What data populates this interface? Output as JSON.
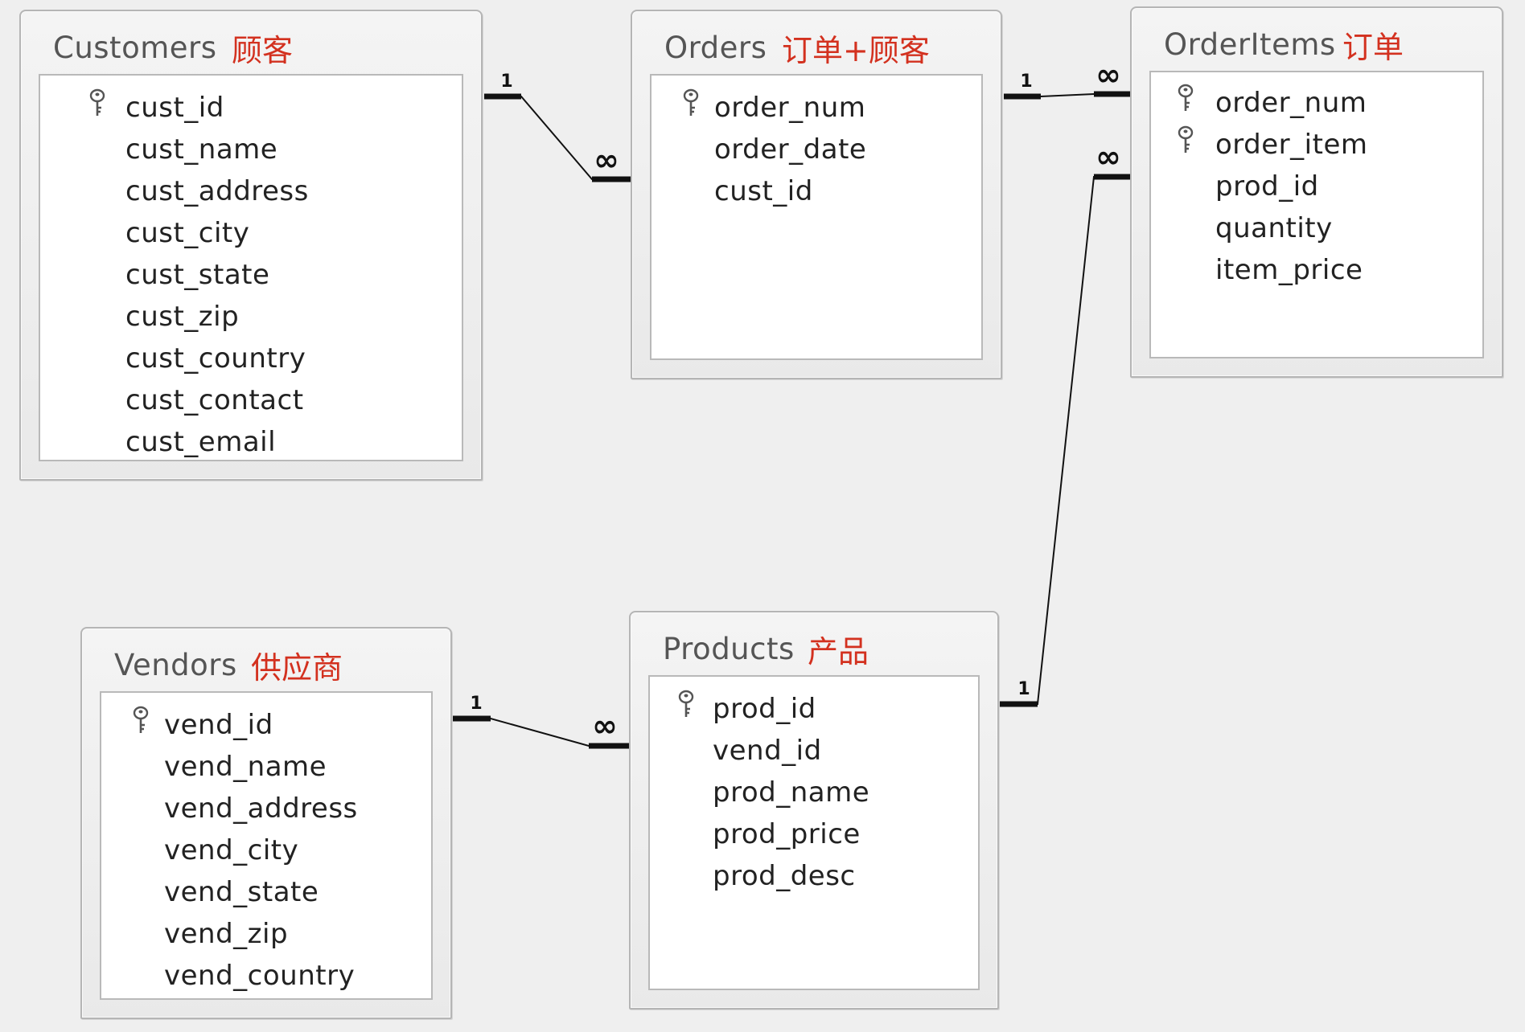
{
  "tables": [
    {
      "name": "Customers",
      "note": "顾客",
      "fields": [
        {
          "label": "cust_id",
          "key": true
        },
        {
          "label": "cust_name",
          "key": false
        },
        {
          "label": "cust_address",
          "key": false
        },
        {
          "label": "cust_city",
          "key": false
        },
        {
          "label": "cust_state",
          "key": false
        },
        {
          "label": "cust_zip",
          "key": false
        },
        {
          "label": "cust_country",
          "key": false
        },
        {
          "label": "cust_contact",
          "key": false
        },
        {
          "label": "cust_email",
          "key": false
        }
      ]
    },
    {
      "name": "Orders",
      "note": "订单+顾客",
      "fields": [
        {
          "label": "order_num",
          "key": true
        },
        {
          "label": "order_date",
          "key": false
        },
        {
          "label": "cust_id",
          "key": false
        }
      ]
    },
    {
      "name": "OrderItems",
      "note": "订单",
      "fields": [
        {
          "label": "order_num",
          "key": true
        },
        {
          "label": "order_item",
          "key": true
        },
        {
          "label": "prod_id",
          "key": false
        },
        {
          "label": "quantity",
          "key": false
        },
        {
          "label": "item_price",
          "key": false
        }
      ]
    },
    {
      "name": "Vendors",
      "note": "供应商",
      "fields": [
        {
          "label": "vend_id",
          "key": true
        },
        {
          "label": "vend_name",
          "key": false
        },
        {
          "label": "vend_address",
          "key": false
        },
        {
          "label": "vend_city",
          "key": false
        },
        {
          "label": "vend_state",
          "key": false
        },
        {
          "label": "vend_zip",
          "key": false
        },
        {
          "label": "vend_country",
          "key": false
        }
      ]
    },
    {
      "name": "Products",
      "note": "产品",
      "fields": [
        {
          "label": "prod_id",
          "key": true
        },
        {
          "label": "vend_id",
          "key": false
        },
        {
          "label": "prod_name",
          "key": false
        },
        {
          "label": "prod_price",
          "key": false
        },
        {
          "label": "prod_desc",
          "key": false
        }
      ]
    }
  ],
  "relationships": [
    {
      "from": "Customers",
      "to": "Orders",
      "one_label": "1",
      "many_label": "∞"
    },
    {
      "from": "Orders",
      "to": "OrderItems",
      "one_label": "1",
      "many_label": "∞"
    },
    {
      "from": "Products",
      "to": "OrderItems",
      "one_label": "1",
      "many_label": "∞"
    },
    {
      "from": "Vendors",
      "to": "Products",
      "one_label": "1",
      "many_label": "∞"
    }
  ],
  "colors": {
    "note_text": "#d3311f",
    "connector": "#111111",
    "background": "#efefef"
  },
  "icons": {
    "primary_key": "key-icon"
  }
}
